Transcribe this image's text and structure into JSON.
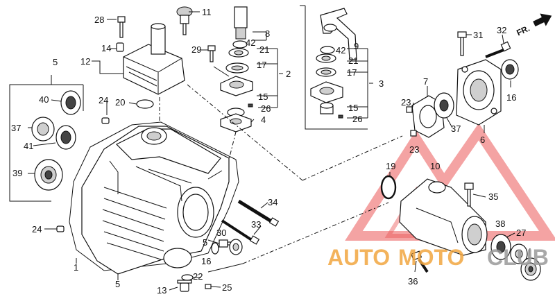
{
  "callouts": {
    "n1": "1",
    "n2": "2",
    "n3": "3",
    "n4": "4",
    "n5a": "5",
    "n5b": "5",
    "n5c": "5",
    "n6": "6",
    "n7": "7",
    "n8": "8",
    "n9": "9",
    "n10": "10",
    "n11": "11",
    "n12": "12",
    "n13": "13",
    "n14": "14",
    "n15a": "15",
    "n15b": "15",
    "n16a": "16",
    "n16b": "16",
    "n17a": "17",
    "n17b": "17",
    "n19": "19",
    "n20": "20",
    "n21a": "21",
    "n21b": "21",
    "n22": "22",
    "n23a": "23",
    "n23b": "23",
    "n24a": "24",
    "n24b": "24",
    "n25": "25",
    "n26a": "26",
    "n26b": "26",
    "n27": "27",
    "n28": "28",
    "n29": "29",
    "n30": "30",
    "n31": "31",
    "n32": "32",
    "n33": "33",
    "n34": "34",
    "n35": "35",
    "n36": "36",
    "n37a": "37",
    "n37b": "37",
    "n38": "38",
    "n39": "39",
    "n40": "40",
    "n41": "41",
    "n42a": "42",
    "n42b": "42"
  },
  "direction_label": "FR.",
  "watermark": {
    "part1": "AUTO",
    "part2": "MOTO",
    "part3": "CLUB"
  },
  "colors": {
    "line": "#111111",
    "watermark_red": "#e83a3a",
    "watermark_orange": "#f2a640",
    "watermark_gray": "#9a9a9a",
    "part_gray": "#cfcfcf"
  }
}
